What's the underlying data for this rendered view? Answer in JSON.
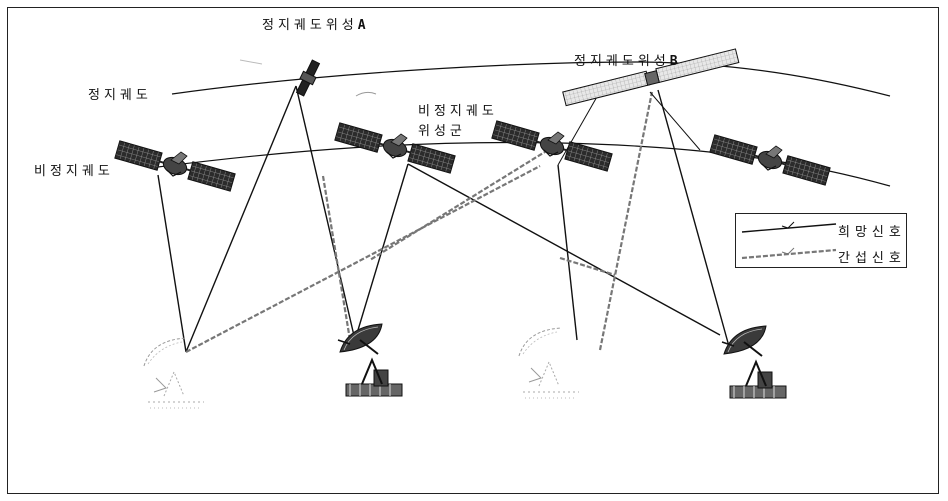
{
  "labels": {
    "geo_orbit": "정지궤도",
    "geo_sat_a_text": "정지궤도위성",
    "geo_sat_a_letter": "A",
    "geo_sat_b_text": "정지궤도위성",
    "geo_sat_b_letter": "B",
    "ngso_orbit": "비정지궤도",
    "ngso_constellation_line1": "비정지궤도",
    "ngso_constellation_line2": "위성군"
  },
  "legend": {
    "desired_signal": "희망신호",
    "interference_signal": "간섭신호"
  }
}
